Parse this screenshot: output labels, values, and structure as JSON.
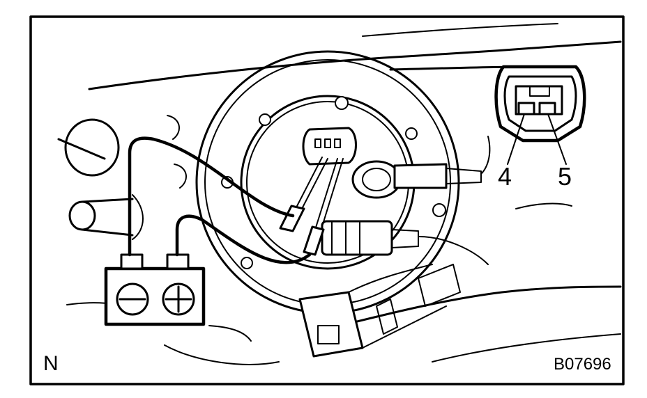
{
  "labels": {
    "pin_left": "4",
    "pin_right": "5",
    "corner_mark": "N",
    "figure_code": "B07696"
  },
  "icons": {
    "battery": "battery-icon",
    "negative_terminal": "minus-icon",
    "positive_terminal": "plus-icon",
    "connector": "connector-icon"
  },
  "colors": {
    "ink": "#000000",
    "paper": "#ffffff"
  }
}
